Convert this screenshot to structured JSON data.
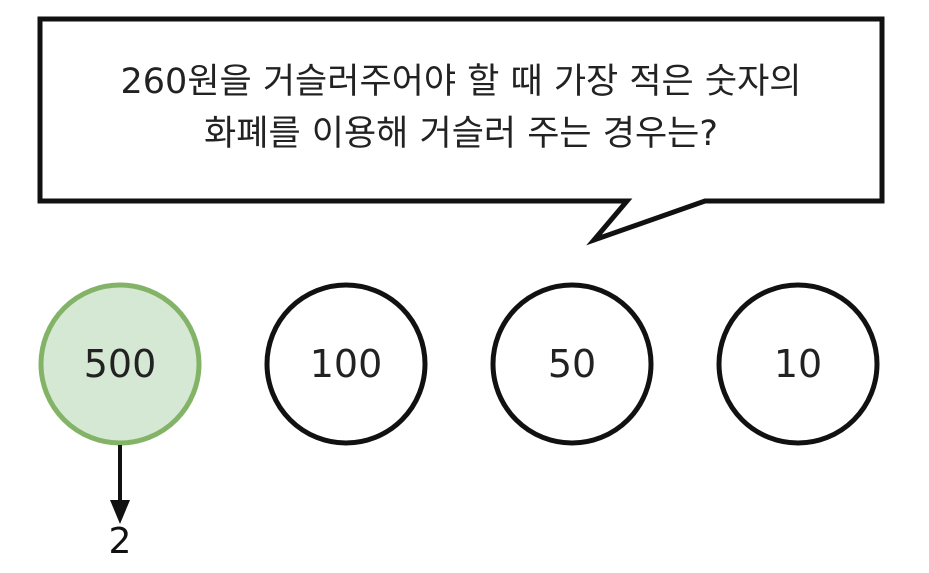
{
  "question": {
    "line1": "260원을 거슬러주어야 할 때 가장 적은 숫자의",
    "line2": "화폐를 이용해 거슬러 주는 경우는?"
  },
  "coins": [
    {
      "label": "500",
      "highlighted": true
    },
    {
      "label": "100",
      "highlighted": false
    },
    {
      "label": "50",
      "highlighted": false
    },
    {
      "label": "10",
      "highlighted": false
    }
  ],
  "result": {
    "label": "2"
  },
  "colors": {
    "highlight_fill": "#d5e8d4",
    "highlight_stroke": "#82b366",
    "stroke": "#111111",
    "text": "#222222"
  }
}
